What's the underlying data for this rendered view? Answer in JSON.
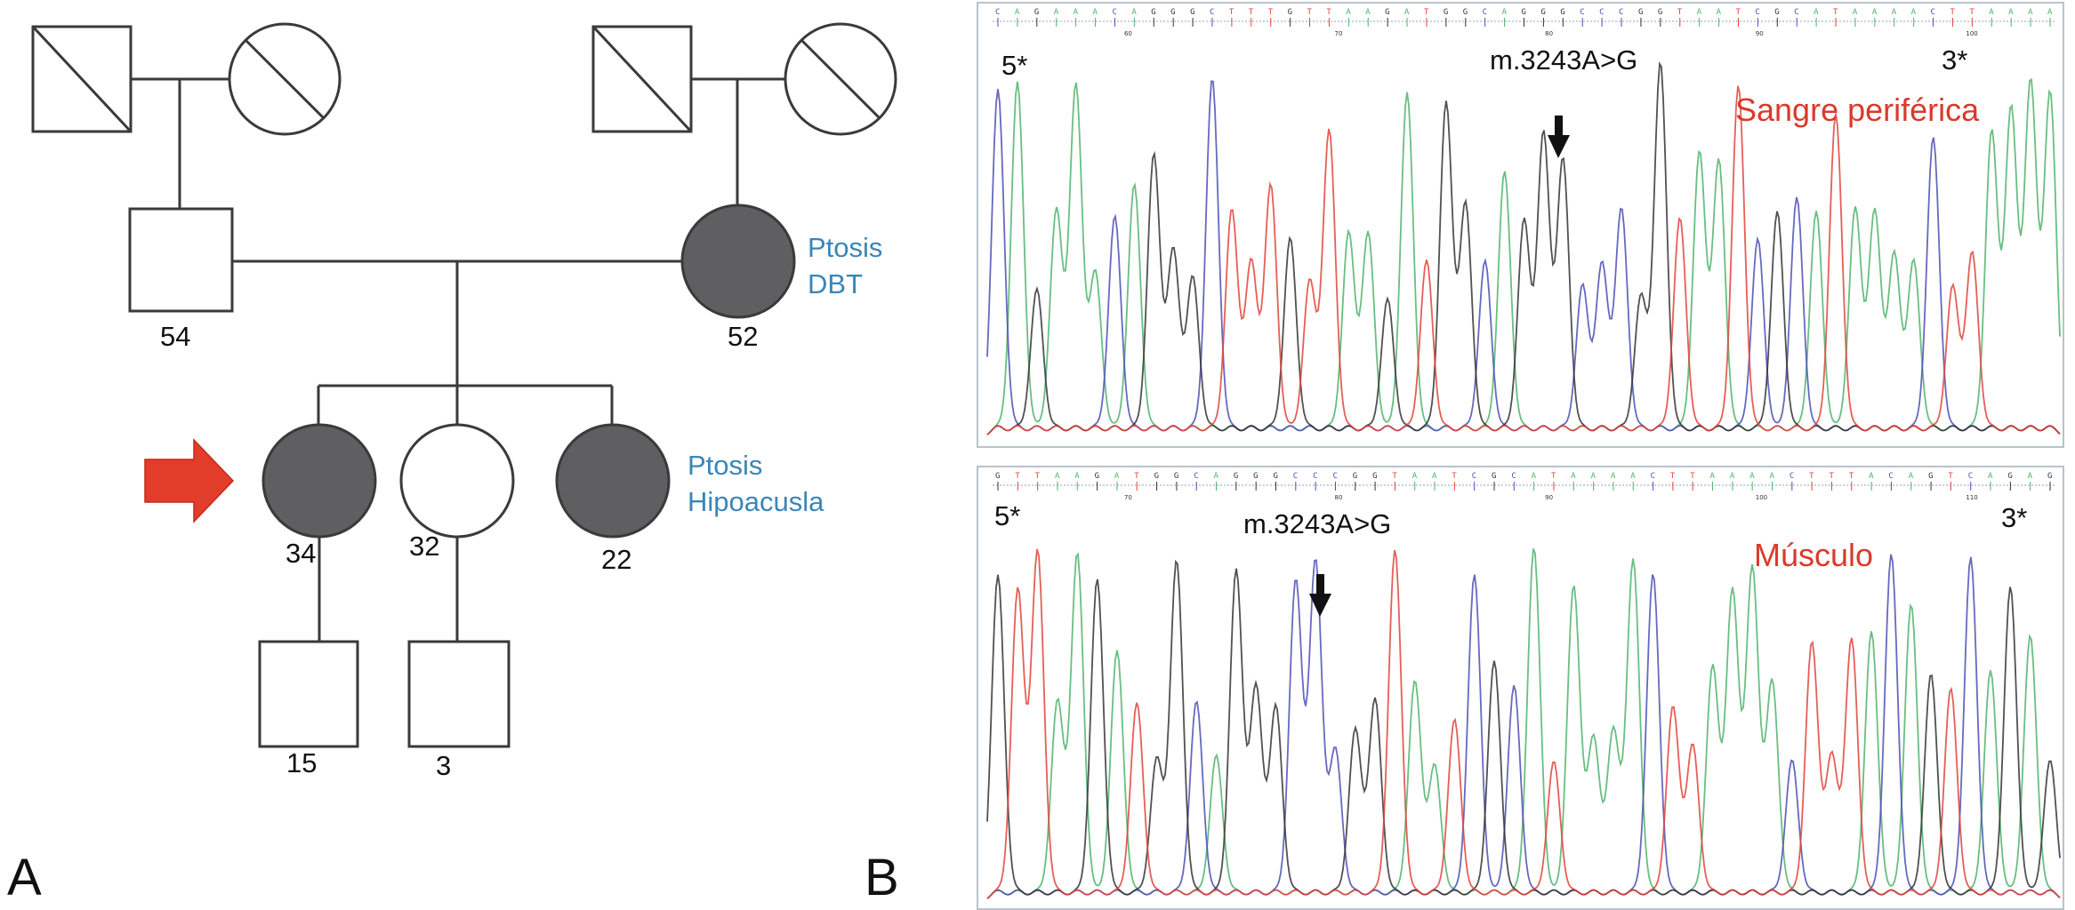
{
  "panels": {
    "a": "A",
    "b": "B"
  },
  "pedigree": {
    "ages": {
      "father": "54",
      "mother": "52",
      "proband": "34",
      "sister_middle": "32",
      "sister_young": "22",
      "son_proband": "15",
      "son_middle": "3"
    },
    "mother_phenotype": [
      "Ptosis",
      "DBT"
    ],
    "sister_phenotype": [
      "Ptosis",
      "Hipoacusla"
    ],
    "colors": {
      "affected": "#5f5f61",
      "arrow": "#e23c2b",
      "phenotype_text": "#3a86b8"
    }
  },
  "chromatograms": {
    "top": {
      "tissue": "Sangre periférica",
      "mutation": "m.3243A>G",
      "end5": "5*",
      "end3": "3*",
      "sequence": "CAGAAACAGGGCTTTGTTAAGATGGCAGGGCCCGGTAATCGCATAAAACTTAAAA",
      "positions": [
        "60",
        "70",
        "80",
        "90",
        "100"
      ]
    },
    "bottom": {
      "tissue": "Músculo",
      "mutation": "m.3243A>G",
      "end5": "5*",
      "end3": "3*",
      "sequence": "GTTAAGATGGCAGGGCCCGGTAATCGCATAAAACTTAAAACTTTACAGTCAGAG",
      "positions": [
        "70",
        "80",
        "90",
        "100",
        "110"
      ]
    },
    "channel_colors": {
      "A": "#4fb36b",
      "C": "#4b4fb5",
      "G": "#333333",
      "T": "#e0433b"
    }
  }
}
